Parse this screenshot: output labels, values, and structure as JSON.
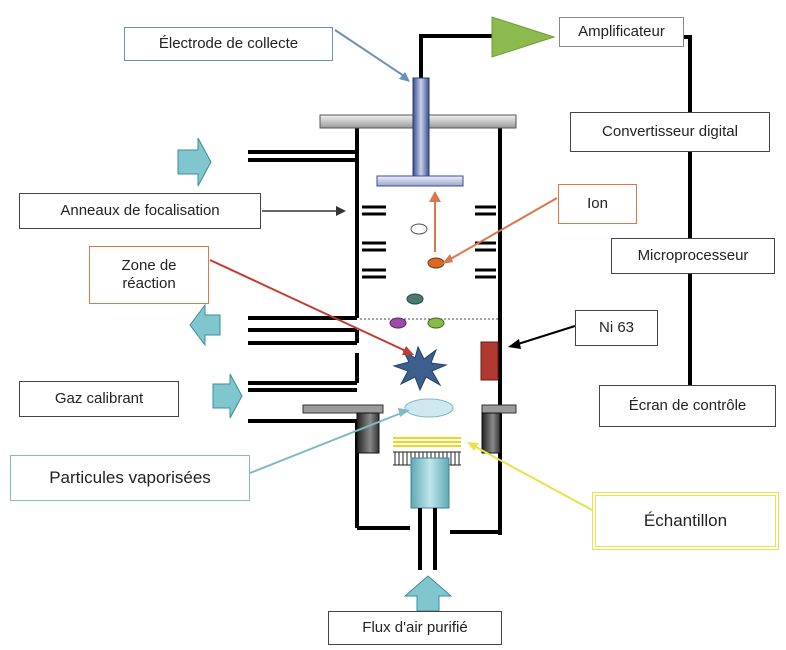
{
  "labels": {
    "electrode": "Électrode de collecte",
    "amplificateur": "Amplificateur",
    "convertisseur": "Convertisseur digital",
    "anneaux": "Anneaux de focalisation",
    "ion": "Ion",
    "zone_reaction": "Zone de réaction",
    "microprocesseur": "Microprocesseur",
    "ni63": "Ni 63",
    "gaz_calibrant": "Gaz calibrant",
    "ecran": "Écran de contrôle",
    "particules": "Particules vaporisées",
    "echantillon": "Échantillon",
    "flux_air": "Flux d'air purifié"
  },
  "colors": {
    "electrode_box_border": "#6d8fb8",
    "orange_border": "#d9784a",
    "teal_border": "#7fb9c4",
    "yellow_border": "#e9e24a",
    "amplifier_green": "#8cba4f",
    "arrow_cyan": "#7fc6cf",
    "ion_orange": "#d86a24",
    "source_red": "#b03a30",
    "spark_blue": "#3d5f8e"
  }
}
